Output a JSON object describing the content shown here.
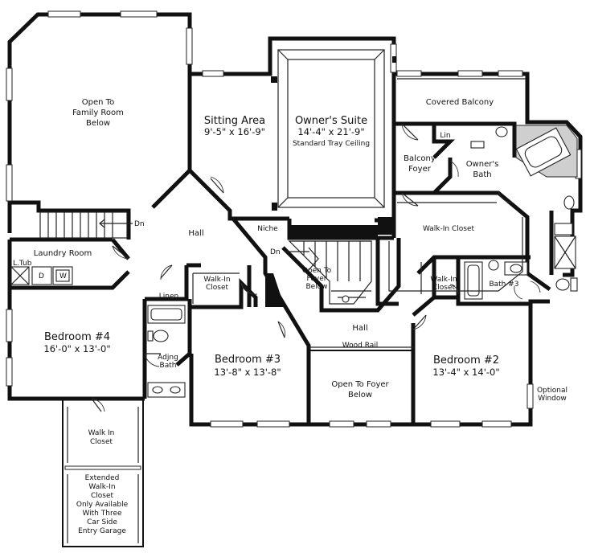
{
  "rooms": {
    "open_family": [
      "Open To",
      "Family Room",
      "Below"
    ],
    "sitting": {
      "name": "Sitting Area",
      "dims": "9'-5\" x 16'-9\""
    },
    "owners_suite": {
      "name": "Owner's Suite",
      "dims": "14'-4\" x 21'-9\"",
      "note": "Standard Tray Ceiling"
    },
    "covered_balcony": "Covered Balcony",
    "balcony_foyer": [
      "Balcony",
      "Foyer"
    ],
    "lin_top": "Lin",
    "owners_bath": [
      "Owner's",
      "Bath"
    ],
    "walk_in_closet_main": "Walk-In Closet",
    "niche": "Niche",
    "hall_upper": "Hall",
    "dn_upper": "Dn",
    "dn_center": "Dn",
    "open_foyer_small": [
      "Open To",
      "Foyer",
      "Below"
    ],
    "laundry": "Laundry Room",
    "l_tub": "L.Tub",
    "dryer": "D",
    "washer": "W",
    "linen": "Linen",
    "walkin_b3": [
      "Walk-In",
      "Closet"
    ],
    "walkin_b2": [
      "Walk-In",
      "Closet"
    ],
    "bath3": "Bath #3",
    "hall_lower": "Hall",
    "wood_rail": "Wood Rail",
    "bedroom4": {
      "name": "Bedroom #4",
      "dims": "16'-0\" x 13'-0\""
    },
    "adjng_bath": [
      "Adjng",
      "Bath"
    ],
    "bedroom3": {
      "name": "Bedroom #3",
      "dims": "13'-8\" x 13'-8\""
    },
    "open_foyer_large": [
      "Open To Foyer",
      "Below"
    ],
    "bedroom2": {
      "name": "Bedroom #2",
      "dims": "13'-4\" x 14'-0\""
    },
    "optional_window": [
      "Optional",
      "Window"
    ],
    "walk_in_closet_lower": [
      "Walk In",
      "Closet"
    ],
    "extended_closet": [
      "Extended",
      "Walk-In",
      "Closet",
      "Only Available",
      "With Three",
      "Car Side",
      "Entry Garage"
    ]
  }
}
